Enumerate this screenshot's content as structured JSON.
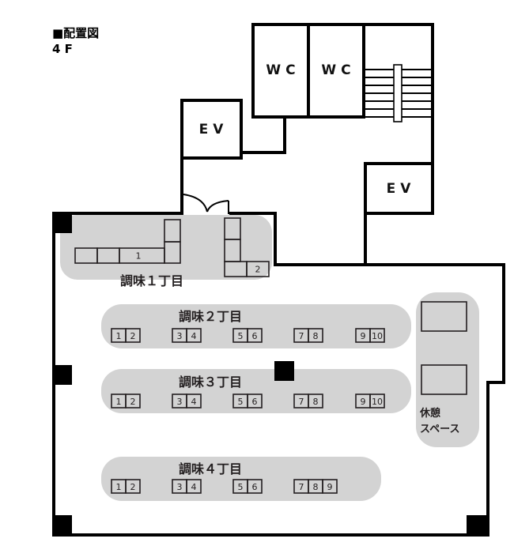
{
  "header": {
    "title": "■配置図",
    "floor": "4 F"
  },
  "rooms": {
    "wc1": "WC",
    "wc2": "WC",
    "ev1": "EV",
    "ev2": "EV"
  },
  "zones": [
    {
      "title": "調味１丁目",
      "booths": [
        "1",
        "2"
      ]
    },
    {
      "title": "調味２丁目",
      "booths": [
        "1",
        "2",
        "3",
        "4",
        "5",
        "6",
        "7",
        "8",
        "9",
        "10"
      ]
    },
    {
      "title": "調味３丁目",
      "booths": [
        "1",
        "2",
        "3",
        "4",
        "5",
        "6",
        "7",
        "8",
        "9",
        "10"
      ]
    },
    {
      "title": "調味４丁目",
      "booths": [
        "1",
        "2",
        "3",
        "4",
        "5",
        "6",
        "7",
        "8",
        "9"
      ]
    }
  ],
  "rest_space": {
    "line1": "休憩",
    "line2": "スペース"
  },
  "colors": {
    "zone_fill": "#d3d3d3",
    "wall": "#000000",
    "text": "#231f20"
  }
}
